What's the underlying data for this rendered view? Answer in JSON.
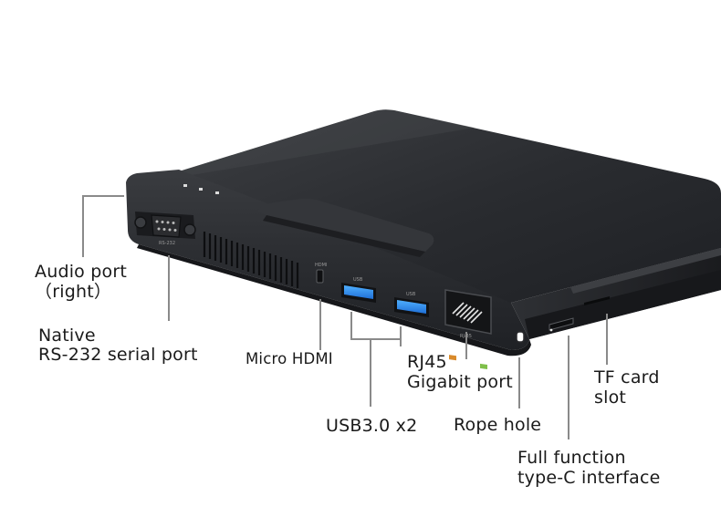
{
  "labels": {
    "audio_port": "Audio port",
    "audio_port_side": "（right）",
    "serial_line1": "Native",
    "serial_line2": "RS-232 serial port",
    "micro_hdmi": "Micro HDMI",
    "usb": "USB3.0 x2",
    "rj45_line1": "RJ45",
    "rj45_line2": "Gigabit port",
    "rope_hole": "Rope hole",
    "typec_line1": "Full function",
    "typec_line2": "type-C interface",
    "tf_line1": "TF card",
    "tf_line2": "slot"
  },
  "port_markings": {
    "rs232": "RS-232",
    "hdmi": "HDMI",
    "usb_a": "USB",
    "usb_b": "USB",
    "rj45": "RJ-45"
  }
}
